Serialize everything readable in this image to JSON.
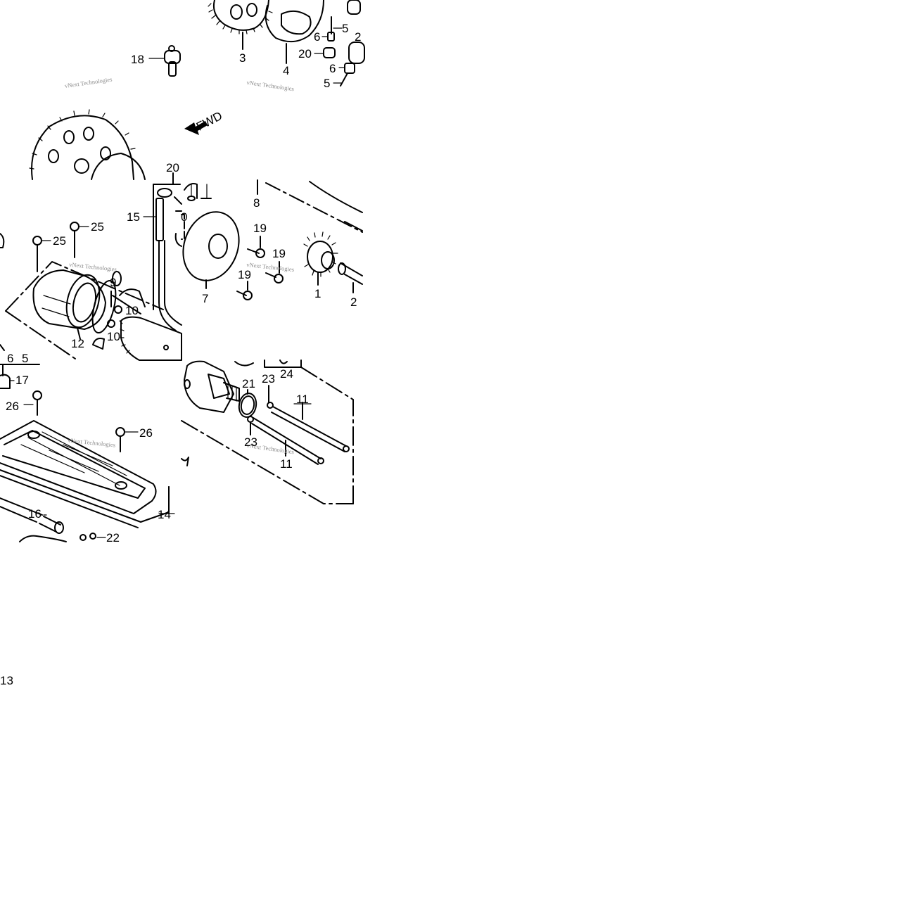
{
  "watermark": "vNext Technologies",
  "fwd_label": "FWD",
  "callouts": {
    "c1": "3",
    "c2": "4",
    "c3": "5",
    "c4": "6",
    "c5": "2",
    "c6": "20",
    "c7": "6",
    "c8": "5",
    "c9": "18",
    "c10": "20",
    "c11": "15",
    "c12": "0",
    "c13": "8",
    "c14": "19",
    "c15": "19",
    "c16": "19",
    "c17": "7",
    "c18": "1",
    "c19": "2",
    "c20": "25",
    "c21": "25",
    "c22": "9",
    "c23": "10",
    "c24": "10",
    "c25": "12",
    "c26": "6",
    "c27": "5",
    "c28": "17",
    "c29": "26",
    "c30": "26",
    "c31": "14",
    "c32": "16",
    "c33": "22",
    "c34": "24",
    "c35": "23",
    "c36": "21",
    "c37": "11",
    "c38": "23",
    "c39": "11",
    "c40": "13"
  }
}
